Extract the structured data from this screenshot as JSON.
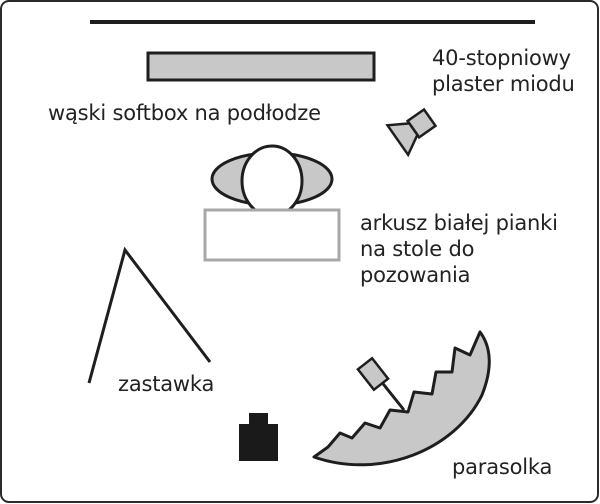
{
  "labels": {
    "softbox": "wąski softbox na podłodze",
    "honeycomb_line1": "40-stopniowy",
    "honeycomb_line2": "plaster miodu",
    "foam_line1": "arkusz białej pianki",
    "foam_line2": "na stole do",
    "foam_line3": "pozowania",
    "flag": "zastawka",
    "umbrella": "parasolka"
  },
  "colors": {
    "frame": "#2b2b2b",
    "fill_gray": "#c8c8c8",
    "stroke": "#1e1e1e",
    "foam_outline": "#a8a8a8",
    "camera": "#1a1a1a"
  }
}
